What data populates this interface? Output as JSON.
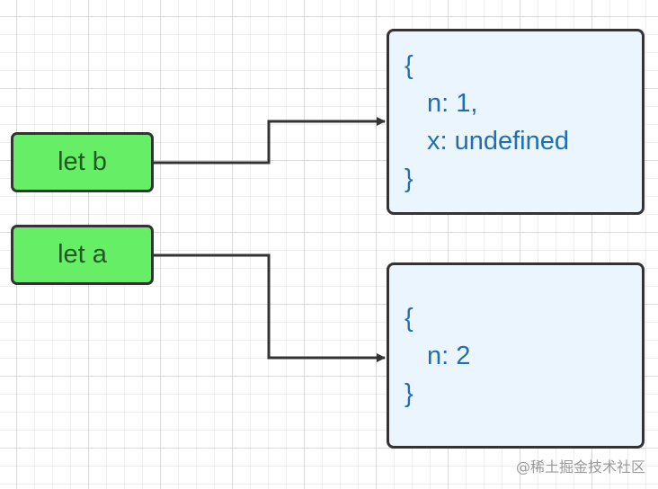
{
  "variables": [
    {
      "id": "b",
      "label": "let b"
    },
    {
      "id": "a",
      "label": "let a"
    }
  ],
  "objects": [
    {
      "id": "obj-1",
      "lines": [
        "{",
        "n: 1,",
        "x: undefined",
        "}"
      ]
    },
    {
      "id": "obj-2",
      "lines": [
        "{",
        "n: 2",
        "}"
      ]
    }
  ],
  "edges": [
    {
      "from": "b",
      "to": "obj-1"
    },
    {
      "from": "a",
      "to": "obj-2"
    }
  ],
  "watermark": "@稀土掘金技术社区",
  "colors": {
    "variable_fill": "#66ee66",
    "variable_text": "#1f5a1f",
    "object_fill": "#ebf5fd",
    "object_text": "#1f6fb8",
    "border": "#333333",
    "arrow": "#333333"
  }
}
